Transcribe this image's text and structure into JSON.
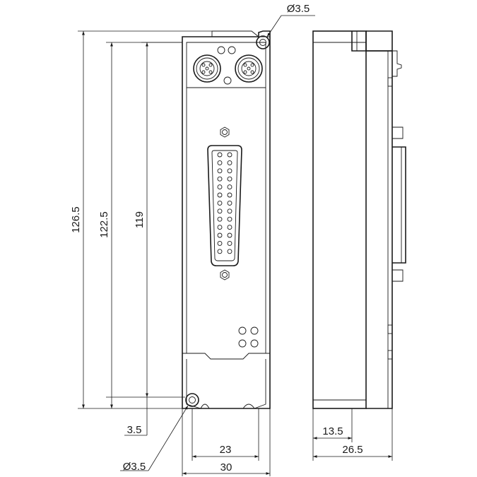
{
  "dimensions": {
    "height_overall": "126.5",
    "height_mid": "122.5",
    "height_inner": "119",
    "hole_offset": "3.5",
    "hole_diameter_top": "Ø3.5",
    "hole_diameter_bottom": "Ø3.5",
    "width_inner": "23",
    "width_overall": "30",
    "depth_partial": "13.5",
    "depth_overall": "26.5"
  }
}
